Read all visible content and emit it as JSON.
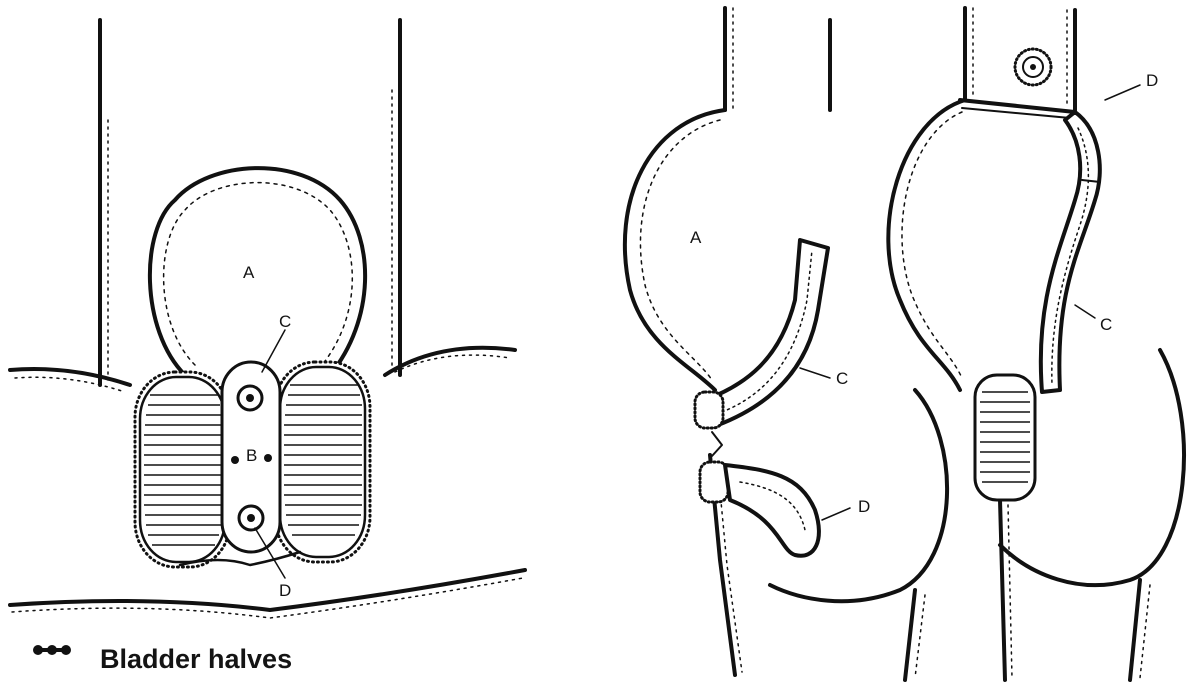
{
  "left_panel": {
    "labels": {
      "a": "A",
      "b": "B",
      "c": "C",
      "d": "D"
    }
  },
  "middle_panel": {
    "labels": {
      "a": "A",
      "c": "C",
      "d": "D"
    }
  },
  "right_panel": {
    "labels": {
      "c": "C",
      "d": "D"
    }
  },
  "legend": {
    "icon": "bladder-halves-marker-icon",
    "text": "Bladder halves"
  },
  "colors": {
    "ink": "#111111",
    "background": "#ffffff"
  }
}
